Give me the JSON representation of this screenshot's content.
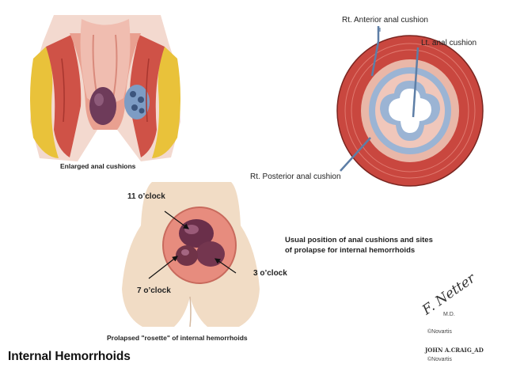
{
  "title": "Internal Hemorrhoids",
  "panels": {
    "enlarged": {
      "caption": "Enlarged anal cushions"
    },
    "cross_section": {
      "labels": {
        "rt_anterior": "Rt. Anterior anal cushion",
        "lt": "Lt. anal cushion",
        "rt_posterior": "Rt. Posterior anal cushion"
      }
    },
    "rosette": {
      "caption": "Prolapsed \"rosette\" of internal hemorrhoids",
      "clock_labels": {
        "eleven": "11 o’clock",
        "three": "3 o’clock",
        "seven": "7 o’clock"
      }
    }
  },
  "description": {
    "line1": "Usual position of anal cushions and sites",
    "line2": "of prolapse for internal hemorrhoids"
  },
  "credits": {
    "signature": "F. Netter",
    "md": "M.D.",
    "novartis_1": "©Novartis",
    "craig": "JOHN A.CRAIG_AD",
    "novartis_2": "©Novartis"
  },
  "colors": {
    "muscle": "#c9473f",
    "mucosa": "#e78c7e",
    "fat": "#e9c23a",
    "vein": "#7d9cc4",
    "skin": "#f1dcc5"
  }
}
